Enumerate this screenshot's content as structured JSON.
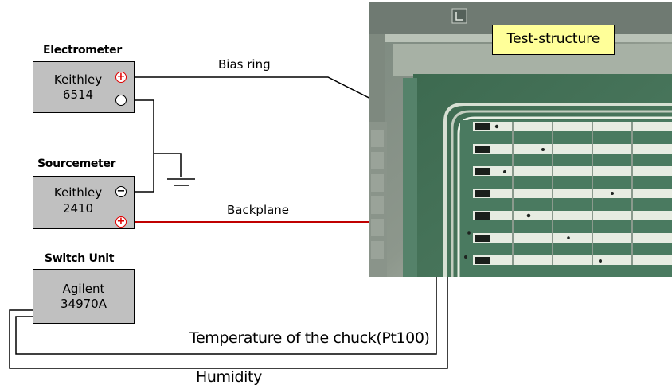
{
  "instruments": {
    "electrometer": {
      "title": "Electrometer",
      "line1": "Keithley",
      "line2": "6514",
      "term_top": "+",
      "term_bottom": ""
    },
    "sourcemeter": {
      "title": "Sourcemeter",
      "line1": "Keithley",
      "line2": "2410",
      "term_top": "−",
      "term_bottom": "+"
    },
    "switch_unit": {
      "title": "Switch Unit",
      "line1": "Agilent",
      "line2": "34970A"
    }
  },
  "wires": {
    "bias_ring": "Bias ring",
    "backplane": "Backplane",
    "temperature": "Temperature of the chuck(Pt100)",
    "humidity": "Humidity"
  },
  "photo": {
    "callout": "Test-structure"
  },
  "colors": {
    "instrument_box": "#c0c0c0",
    "positive_terminal": "#e00000",
    "backplane_wire": "#c00000",
    "callout_fill": "#ffff99",
    "photo_green": "#3f6c52"
  }
}
